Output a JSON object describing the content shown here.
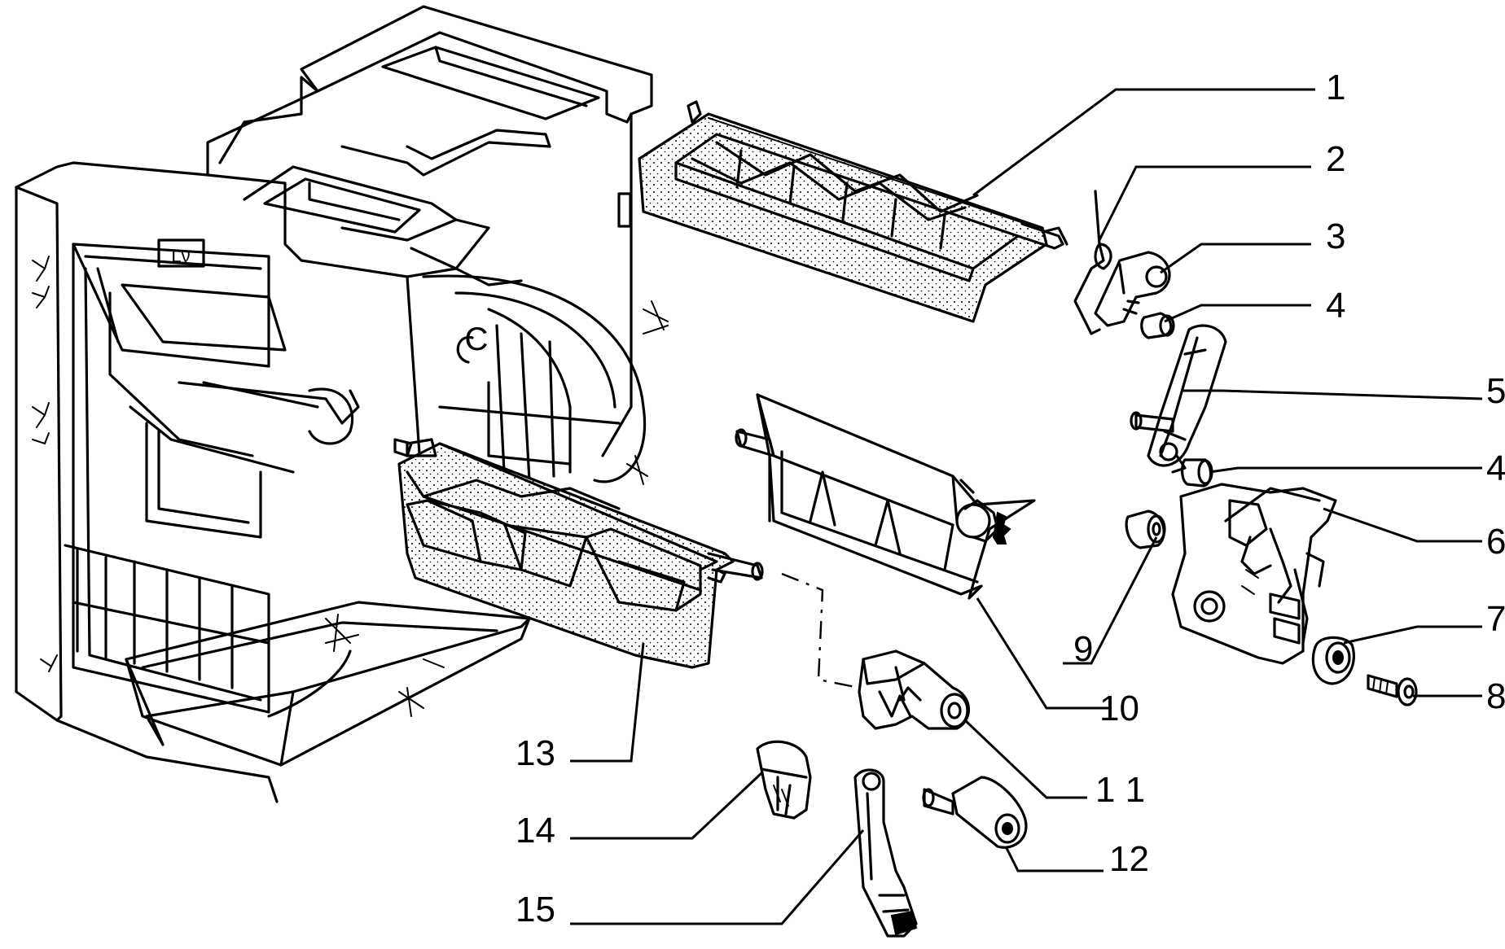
{
  "callouts": [
    {
      "id": "1",
      "text": "1"
    },
    {
      "id": "2",
      "text": "2"
    },
    {
      "id": "3",
      "text": "3"
    },
    {
      "id": "4a",
      "text": "4"
    },
    {
      "id": "5",
      "text": "5"
    },
    {
      "id": "4b",
      "text": "4"
    },
    {
      "id": "6",
      "text": "6"
    },
    {
      "id": "7",
      "text": "7"
    },
    {
      "id": "8",
      "text": "8"
    },
    {
      "id": "9",
      "text": "9"
    },
    {
      "id": "10",
      "text": "10"
    },
    {
      "id": "11",
      "text": "1 1"
    },
    {
      "id": "12",
      "text": "12"
    },
    {
      "id": "13",
      "text": "13"
    },
    {
      "id": "14",
      "text": "14"
    },
    {
      "id": "15",
      "text": "15"
    }
  ],
  "housing_marking": "Lν"
}
